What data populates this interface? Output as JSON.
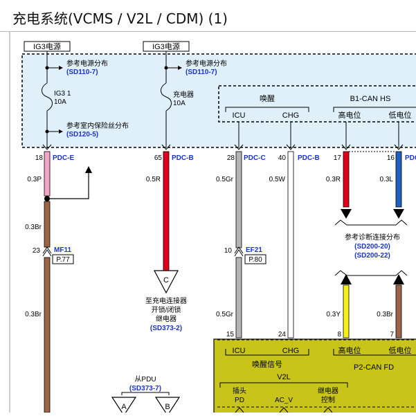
{
  "title": "充电系统(VCMS / V2L / CDM) (1)",
  "power": {
    "ig3_left": "IG3电源",
    "ig3_right": "IG3电源"
  },
  "refs": {
    "power_dist_label": "参考电源分布",
    "power_dist_code": "(SD110-7)",
    "fuse_dist_label": "参考室内保险丝分布",
    "fuse_dist_code": "(SD120-5)",
    "diag_label": "参考诊断连接分布",
    "diag_code1": "(SD200-20)",
    "diag_code2": "(SD200-22)"
  },
  "fuses": {
    "ig31_name": "IG3 1",
    "ig31_rating": "10A",
    "charger_name": "充电器",
    "charger_rating": "10A"
  },
  "wake_group": {
    "title": "唤醒",
    "icu": "ICU",
    "chg": "CHG"
  },
  "can_group": {
    "title": "B1-CAN HS",
    "high": "高电位",
    "low": "低电位"
  },
  "pins": {
    "p18": "18",
    "pdc_e": "PDC-E",
    "p65": "65",
    "pdc_b1": "PDC-B",
    "p28": "28",
    "pdc_c": "PDC-C",
    "p40": "40",
    "pdc_b2": "PDC-B",
    "p17": "17",
    "p16": "16",
    "pdc_trunc": "PDC"
  },
  "wires": {
    "w03p": "0.3P",
    "w05r": "0.5R",
    "w05gr": "0.5Gr",
    "w05w": "0.5W",
    "w03r": "0.3R",
    "w03l": "0.3L",
    "w03br_a": "0.3Br",
    "w03br_b": "0.3Br",
    "w05gr_b": "0.5Gr",
    "w03y": "0.3Y",
    "w03br_c": "0.3Br"
  },
  "connectors": {
    "mf11_pin": "23",
    "mf11": "MF11",
    "mf11_page": "P.77",
    "ef21_pin": "10",
    "ef21": "EF21",
    "ef21_page": "P.80"
  },
  "c_marker": {
    "letter": "C",
    "line1": "至充电连接器",
    "line2": "开锁/闭锁",
    "line3": "继电器",
    "code": "(SD373-2)"
  },
  "pdu": {
    "label": "从PDU",
    "code": "(SD373-7)",
    "a": "A",
    "b": "B"
  },
  "module": {
    "pin15": "15",
    "pin24": "24",
    "pin8": "8",
    "pin7": "7",
    "icu": "ICU",
    "chg": "CHG",
    "high": "高电位",
    "low": "低电位",
    "wake_signal": "唤醒信号",
    "can_fd": "P2-CAN FD",
    "v2l": "V2L",
    "plug": "插头",
    "pd": "PD",
    "ac_v": "AC_V",
    "relay": "继电器",
    "ctrl": "控制"
  },
  "colors": {
    "pink": "#f4a6c6",
    "red": "#e0001b",
    "gray": "#b5b5b5",
    "white": "#ffffff",
    "blue": "#1f5fbf",
    "brown": "#9c6446",
    "yellow": "#f6ef19",
    "module": "#c9c41a",
    "zone": "#dff0fa",
    "label_blue": "#1a33cc"
  }
}
